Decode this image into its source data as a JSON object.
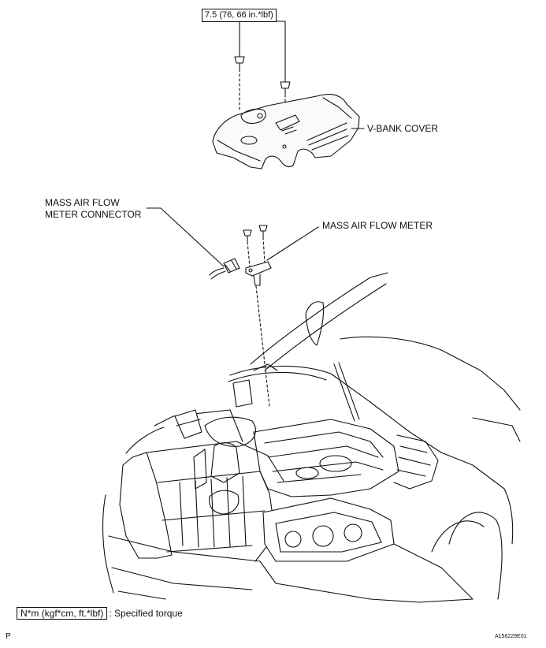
{
  "torque_value": "7.5 (76, 66 in.*lbf)",
  "labels": {
    "v_bank_cover": "V-BANK COVER",
    "maf_connector_line1": "MASS AIR FLOW",
    "maf_connector_line2": "METER CONNECTOR",
    "maf_meter": "MASS AIR FLOW METER"
  },
  "legend": {
    "unit_box": "N*m (kgf*cm, ft.*lbf)",
    "text": ": Specified torque"
  },
  "corner_left": "P",
  "figure_code": "A156229E01"
}
